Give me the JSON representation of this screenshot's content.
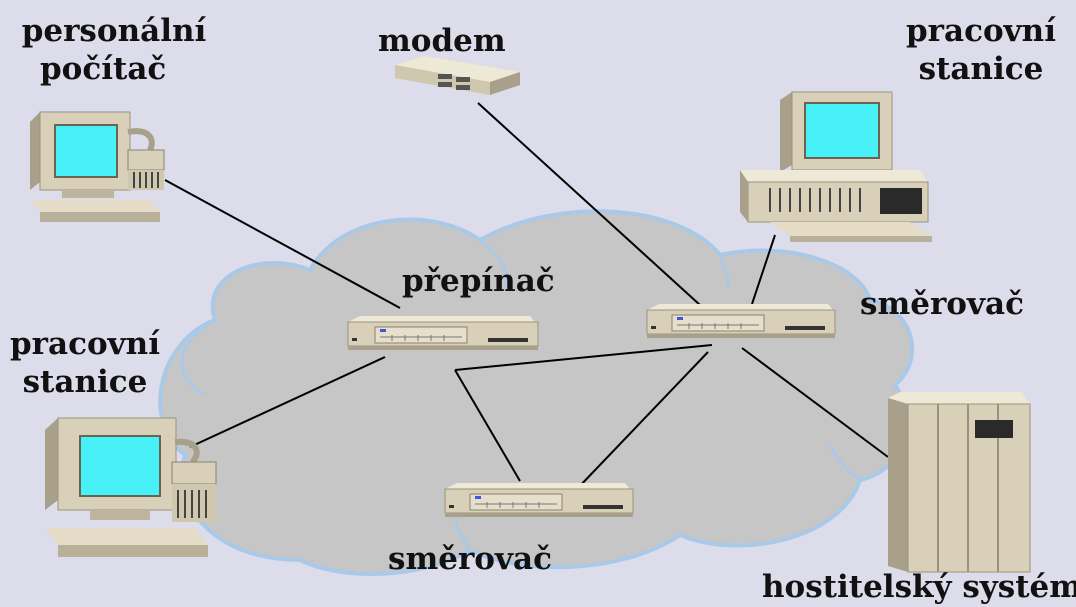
{
  "labels": {
    "personal_computer_line1": "personální",
    "personal_computer_line2": "počítač",
    "modem": "modem",
    "workstation_top_line1": "pracovní",
    "workstation_top_line2": "stanice",
    "switch": "přepínač",
    "router_right": "směrovač",
    "workstation_left_line1": "pracovní",
    "workstation_left_line2": "stanice",
    "router_bottom": "směrovač",
    "host_system": "hostitelský systém"
  },
  "colors": {
    "background": "#dcdcea",
    "cloud_fill": "#c8c8c8",
    "cloud_outline": "#a8c8e8",
    "device_body": "#d8d0b8",
    "device_shadow": "#a8a08a",
    "screen": "#48f0f8",
    "link_line": "#000000"
  },
  "devices": [
    {
      "name": "personal-computer-icon"
    },
    {
      "name": "modem-icon"
    },
    {
      "name": "workstation-top-right-icon"
    },
    {
      "name": "switch-icon"
    },
    {
      "name": "router-right-icon"
    },
    {
      "name": "workstation-left-icon"
    },
    {
      "name": "router-bottom-icon"
    },
    {
      "name": "host-system-icon"
    }
  ]
}
